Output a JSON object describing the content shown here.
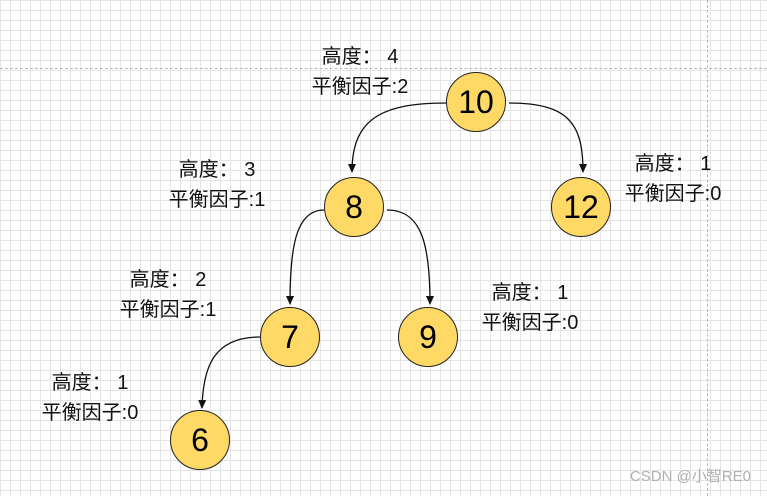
{
  "tree": {
    "nodes": [
      {
        "id": "10",
        "label": "10",
        "height_text": "高度： 4",
        "balance_text": "平衡因子:2"
      },
      {
        "id": "8",
        "label": "8",
        "height_text": "高度： 3",
        "balance_text": "平衡因子:1"
      },
      {
        "id": "12",
        "label": "12",
        "height_text": "高度： 1",
        "balance_text": "平衡因子:0"
      },
      {
        "id": "7",
        "label": "7",
        "height_text": "高度： 2",
        "balance_text": "平衡因子:1"
      },
      {
        "id": "9",
        "label": "9",
        "height_text": "高度： 1",
        "balance_text": "平衡因子:0"
      },
      {
        "id": "6",
        "label": "6",
        "height_text": "高度： 1",
        "balance_text": "平衡因子:0"
      }
    ],
    "edges": [
      {
        "from": "10",
        "to": "8"
      },
      {
        "from": "10",
        "to": "12"
      },
      {
        "from": "8",
        "to": "7"
      },
      {
        "from": "8",
        "to": "9"
      },
      {
        "from": "7",
        "to": "6"
      }
    ]
  },
  "watermark": "CSDN @小智RE0",
  "colors": {
    "node_fill": "#ffd966",
    "node_stroke": "#222222",
    "edge": "#111111"
  }
}
